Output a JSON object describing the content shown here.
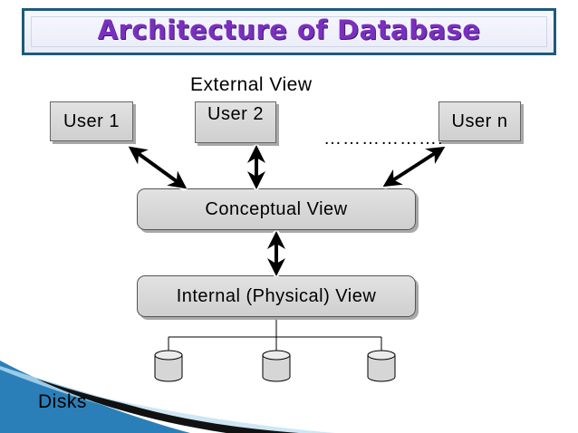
{
  "title": "Architecture of Database",
  "external_view": "External View",
  "users": {
    "user1": "User 1",
    "user2": "User 2",
    "usern": "User n",
    "ellipsis": "………………."
  },
  "conceptual_view": "Conceptual View",
  "internal_view": "Internal (Physical) View",
  "disks_label": "Disks",
  "colors": {
    "title_text": "#7b2fbf",
    "title_border": "#1e5a7a",
    "box_fill": "#d8d8d8",
    "accent_blue": "#2b7fb8"
  }
}
